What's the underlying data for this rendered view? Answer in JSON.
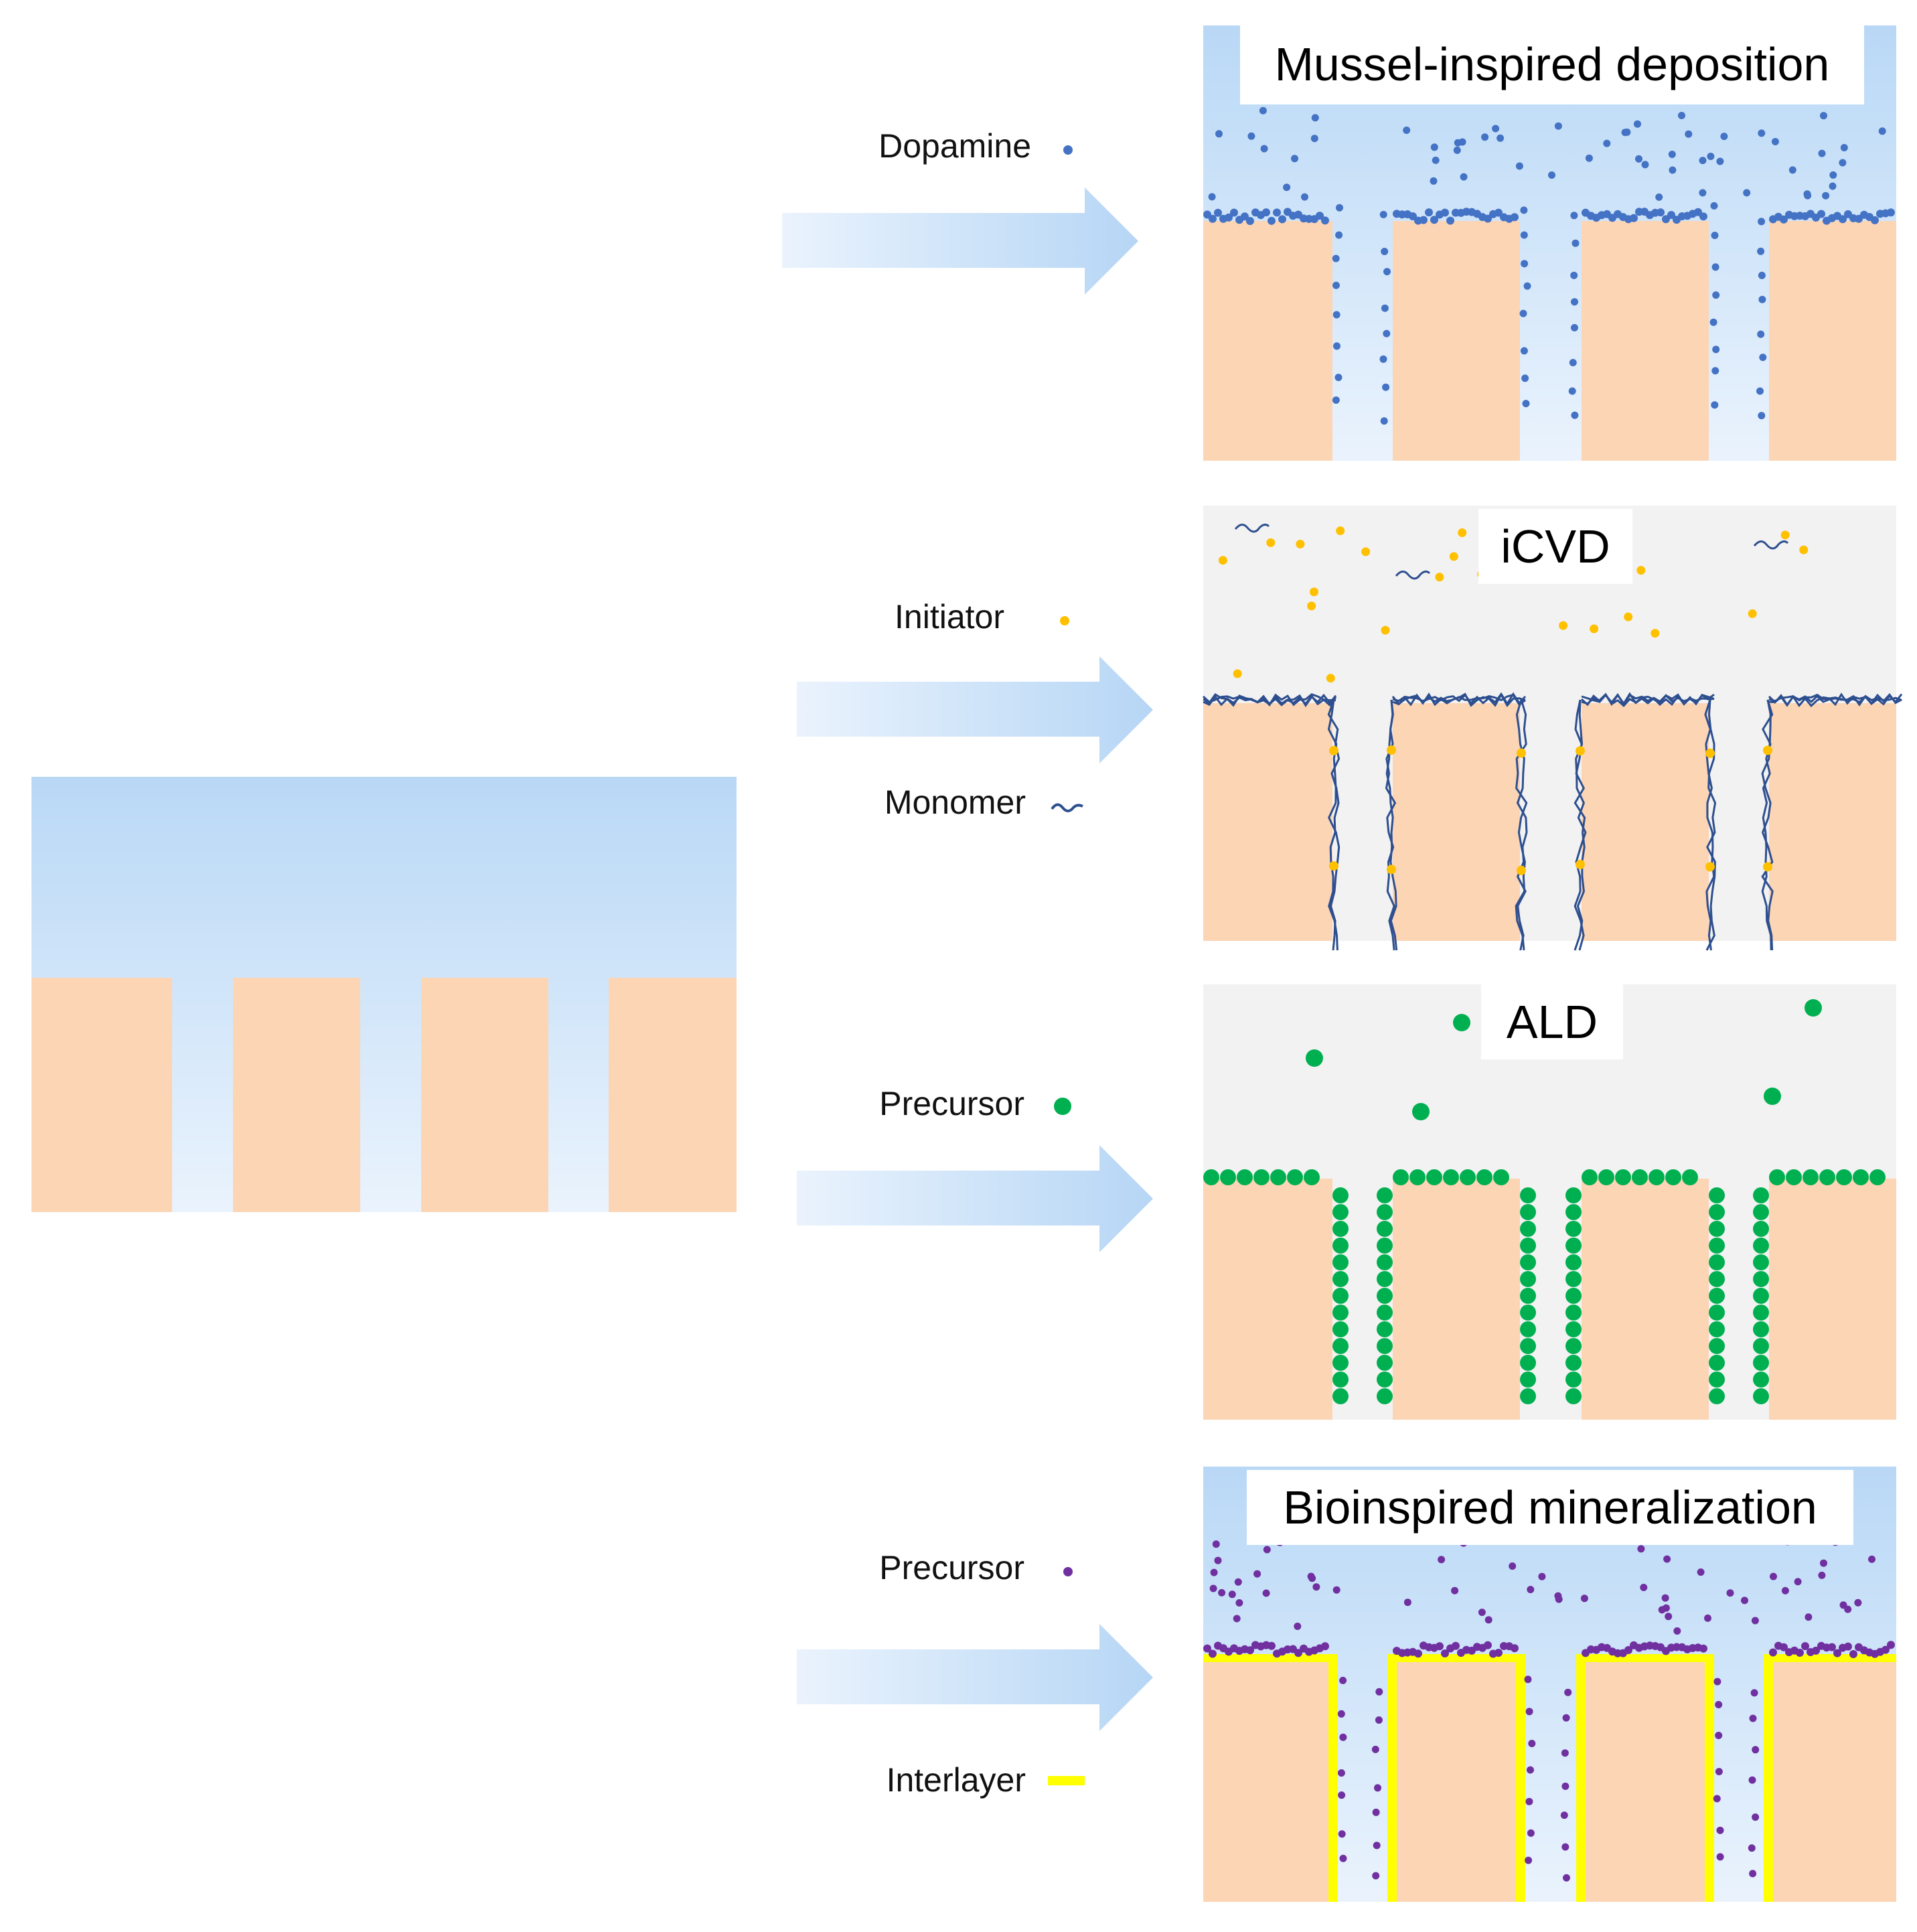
{
  "colors": {
    "substrate": "#fcd5b5",
    "solution_top": "#b9d8f6",
    "solution_bottom": "#eaf3fd",
    "vapor": "#f2f2f2",
    "arrow": "#b6d6f5",
    "dopamine": "#4472c4",
    "initiator": "#ffc000",
    "monomer": "#2e4f8f",
    "ald_precursor": "#00b050",
    "mineral_precursor": "#7030a0",
    "interlayer": "#ffff00"
  },
  "panels": [
    {
      "id": "mussel",
      "title": "Mussel-inspired deposition",
      "legend": [
        {
          "label": "Dopamine",
          "icon": "dot-icon",
          "color": "#4472c4"
        }
      ]
    },
    {
      "id": "icvd",
      "title": "iCVD",
      "legend": [
        {
          "label": "Initiator",
          "icon": "dot-icon",
          "color": "#ffc000"
        },
        {
          "label": "Monomer",
          "icon": "squiggle-icon",
          "color": "#2e4f8f"
        }
      ]
    },
    {
      "id": "ald",
      "title": "ALD",
      "legend": [
        {
          "label": "Precursor",
          "icon": "dot-icon",
          "color": "#00b050"
        }
      ]
    },
    {
      "id": "bio",
      "title": "Bioinspired mineralization",
      "legend": [
        {
          "label": "Precursor",
          "icon": "dot-icon",
          "color": "#7030a0"
        },
        {
          "label": "Interlayer",
          "icon": "bar-icon",
          "color": "#ffff00"
        }
      ]
    }
  ]
}
